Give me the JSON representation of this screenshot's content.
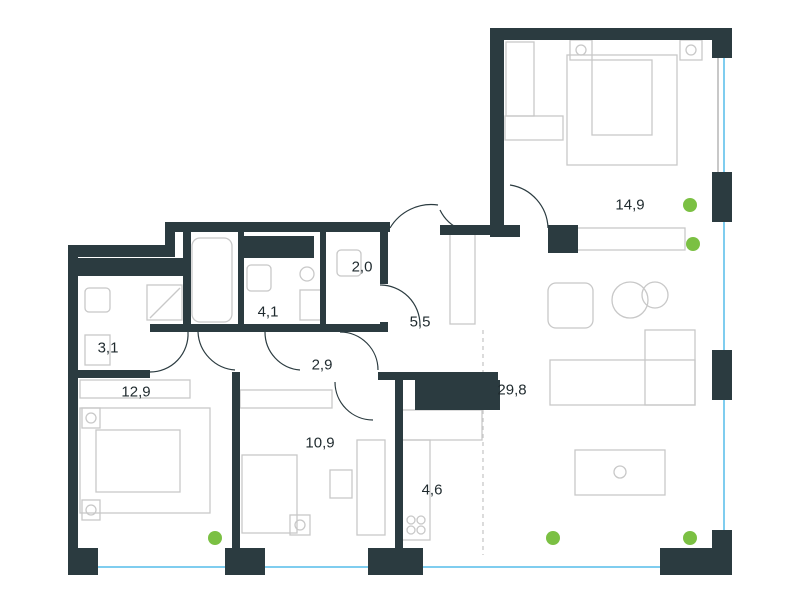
{
  "colors": {
    "wall": "#2b3b40",
    "window": "#7fcdef",
    "furniture": "#c8c8c8",
    "plant": "#7bc043"
  },
  "rooms": [
    {
      "id": "bedroom-top",
      "area": "14,9"
    },
    {
      "id": "living-room",
      "area": "29,8"
    },
    {
      "id": "bathroom-left",
      "area": "3,1"
    },
    {
      "id": "bathroom-mid",
      "area": "4,1"
    },
    {
      "id": "wc",
      "area": "2,0"
    },
    {
      "id": "hall",
      "area": "5,5"
    },
    {
      "id": "corridor",
      "area": "2,9"
    },
    {
      "id": "bedroom-left",
      "area": "12,9"
    },
    {
      "id": "bedroom-mid",
      "area": "10,9"
    },
    {
      "id": "kitchen",
      "area": "4,6"
    }
  ]
}
